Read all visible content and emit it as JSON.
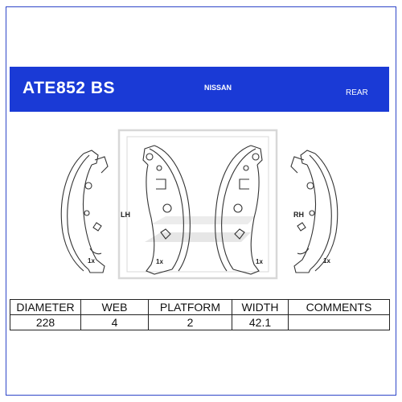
{
  "header": {
    "product_code": "ATE852 BS",
    "make": "NISSAN",
    "position": "REAR",
    "background_color": "#1a3ad6"
  },
  "drawing": {
    "left_label": "LH",
    "right_label": "RH",
    "quantity_labels": [
      "1x",
      "1x",
      "1x",
      "1x"
    ]
  },
  "specs": {
    "headers": [
      "DIAMETER",
      "WEB",
      "PLATFORM",
      "WIDTH",
      "COMMENTS"
    ],
    "values": [
      "228",
      "4",
      "2",
      "42.1",
      ""
    ]
  }
}
